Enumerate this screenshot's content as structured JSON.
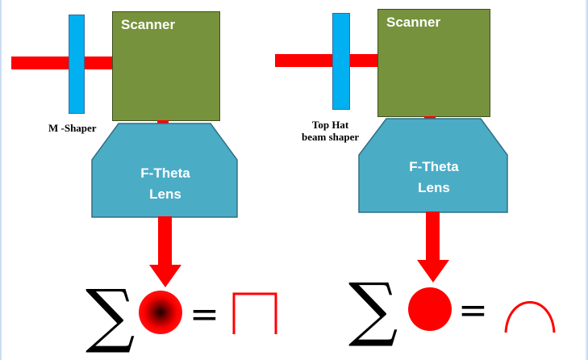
{
  "colors": {
    "beam": "#ff0000",
    "shaper": "#00b0f0",
    "scanner": "#76923c",
    "lens": "#4bacc6"
  },
  "left": {
    "scanner_label": "Scanner",
    "shaper_label": "M -Shaper",
    "lens_label": "F-Theta Lens",
    "lens_line1": "F-Theta",
    "lens_line2": "Lens",
    "spot": "gradient-spot",
    "profile": "flat-top"
  },
  "right": {
    "scanner_label": "Scanner",
    "shaper_label_line1": "Top Hat",
    "shaper_label_line2": "beam shaper",
    "lens_line1": "F-Theta",
    "lens_line2": "Lens",
    "spot": "solid-spot",
    "profile": "parabolic"
  },
  "symbols": {
    "sum": "∑",
    "equals": "="
  }
}
